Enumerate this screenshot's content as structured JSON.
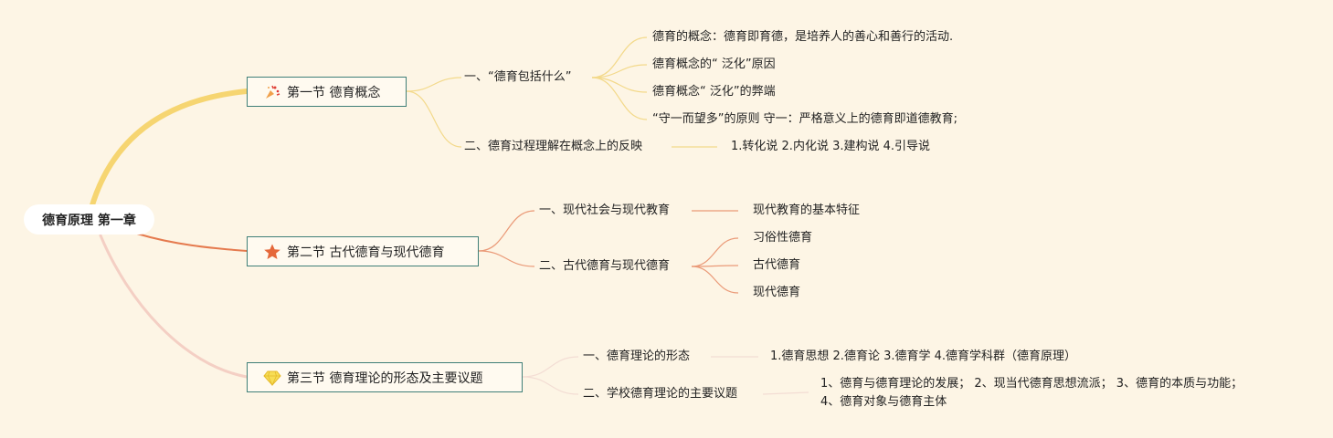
{
  "root": {
    "label": "德育原理 第一章"
  },
  "sections": [
    {
      "label": "第一节 德育概念",
      "icon": "party-popper-icon",
      "children": [
        {
          "label": "一、“德育包括什么”",
          "children": [
            "德育的概念：德育即育德，是培养人的善心和善行的活动.",
            "德育概念的“ 泛化”原因",
            "德育概念“ 泛化”的弊端",
            "“守一而望多”的原则 守一：严格意义上的德育即道德教育;"
          ]
        },
        {
          "label": "二、德育过程理解在概念上的反映",
          "children": [
            "1.转化说 2.内化说 3.建构说 4.引导说"
          ]
        }
      ]
    },
    {
      "label": "第二节 古代德育与现代德育",
      "icon": "star-icon",
      "children": [
        {
          "label": "一、现代社会与现代教育",
          "children": [
            "现代教育的基本特征"
          ]
        },
        {
          "label": "二、古代德育与现代德育",
          "children": [
            "习俗性德育",
            "古代德育",
            "现代德育"
          ]
        }
      ]
    },
    {
      "label": "第三节 德育理论的形态及主要议题",
      "icon": "diamond-icon",
      "children": [
        {
          "label": "一、德育理论的形态",
          "children": [
            "1.德育思想 2.德育论 3.德育学 4.德育学科群（德育原理）"
          ]
        },
        {
          "label": "二、学校德育理论的主要议题",
          "children": [
            "1、德育与德育理论的发展； 2、现当代德育思想流派； 3、德育的本质与功能；",
            "4、德育对象与德育主体"
          ]
        }
      ]
    }
  ],
  "colors": {
    "background": "#fdf5e5",
    "branch1": "#f6d571",
    "branch2": "#e57a4e",
    "branch3": "#f4cfc4",
    "section_border": "#3f7f78"
  }
}
